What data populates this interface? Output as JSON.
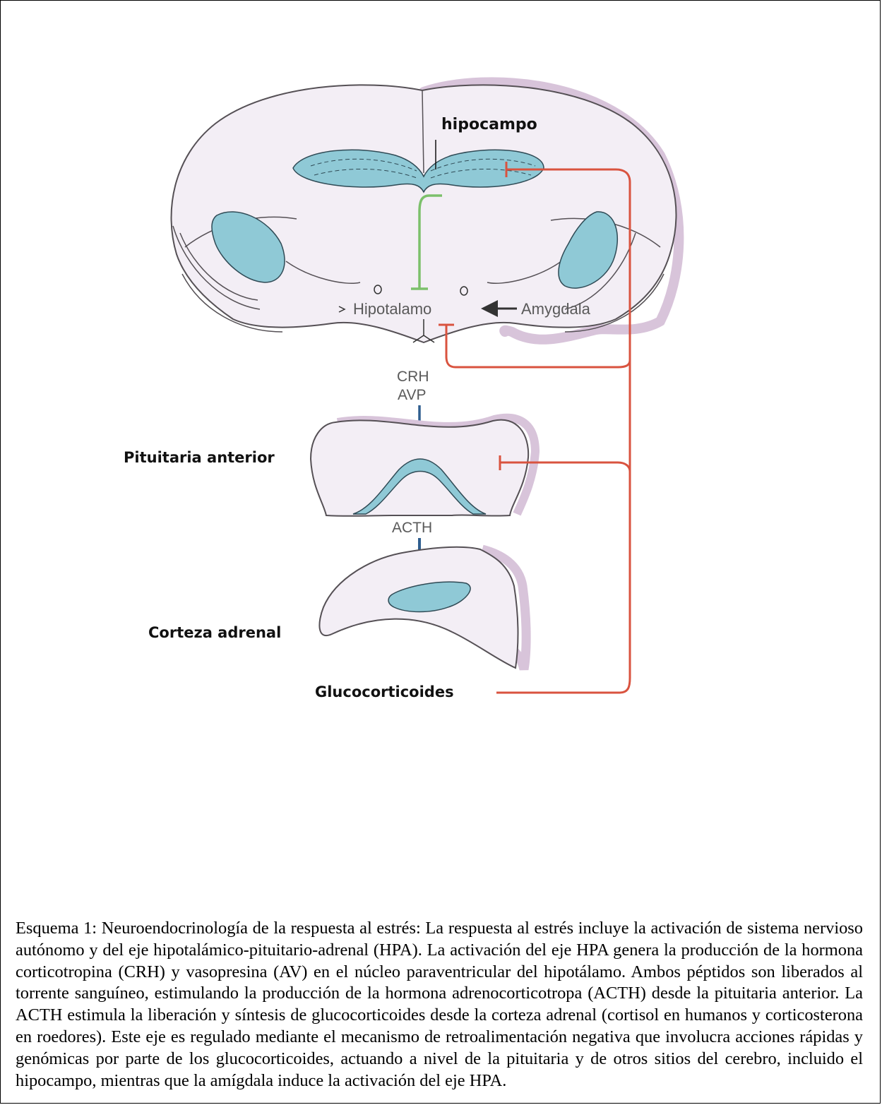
{
  "labels": {
    "hipocampo": "hipocampo",
    "hipotalamo": "Hipotalamo",
    "amygdala": "Amygdala",
    "crh": "CRH",
    "avp": "AVP",
    "pituitaria": "Pituitaria anterior",
    "acth": "ACTH",
    "corteza": "Corteza adrenal",
    "glucocorticoides": "Glucocorticoides"
  },
  "colors": {
    "tissue_fill": "#f3eef5",
    "tissue_outline": "#555055",
    "rim": "#d8c4da",
    "region_fill": "#8fc9d6",
    "inhibition_red": "#d9533f",
    "inhibition_green": "#7cc06b",
    "stimulation_blue": "#2f5e8f"
  },
  "caption": "Esquema 1: Neuroendocrinología de la respuesta al estrés: La respuesta al estrés incluye la activación de sistema nervioso autónomo y del eje hipotalámico-pituitario-adrenal (HPA). La activación del eje HPA genera la producción de la hormona corticotropina (CRH) y vasopresina (AV) en el núcleo paraventricular del hipotálamo. Ambos péptidos son liberados al torrente sanguíneo, estimulando la producción de la hormona adrenocorticotropa (ACTH) desde la pituitaria anterior. La ACTH estimula la liberación y síntesis de glucocorticoides desde la corteza adrenal (cortisol en humanos y corticosterona en roedores). Este eje es regulado mediante el mecanismo de retroalimentación negativa que involucra acciones rápidas y genómicas por parte de los glucocorticoides, actuando a nivel de la pituitaria y de otros sitios del cerebro, incluido el hipocampo, mientras que la amígdala induce la activación del eje HPA."
}
